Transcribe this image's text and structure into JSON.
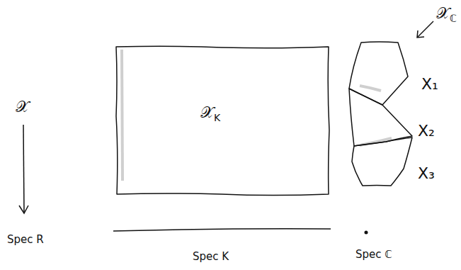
{
  "diagram": {
    "nodes": [
      {
        "text": [
          "𝒳K"
        ]
      },
      {
        "text": [
          "X₁"
        ]
      },
      {
        "text": [
          "X₂"
        ]
      },
      {
        "text": [
          "X₃"
        ]
      }
    ],
    "labels": [
      "𝒳ℂ",
      "𝒳",
      "Spec R",
      "Spec K",
      "Spec ℂ"
    ]
  }
}
